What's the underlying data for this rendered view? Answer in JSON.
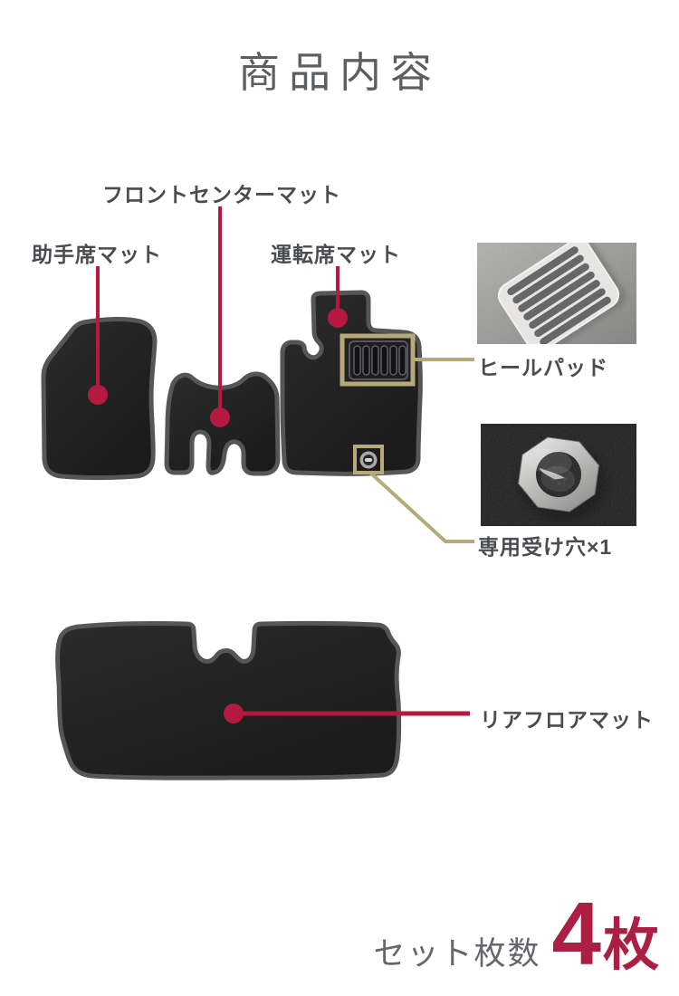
{
  "title": "商品内容",
  "diagram": {
    "labels": {
      "front_center_mat": "フロントセンターマット",
      "passenger_mat": "助手席マット",
      "driver_mat": "運転席マット",
      "rear_floor_mat": "リアフロアマット"
    },
    "callouts": {
      "heel_pad": "ヒールパッド",
      "receiving_hole": "専用受け穴×1"
    }
  },
  "footer": {
    "set_count_label": "セット枚数",
    "count_value": "4",
    "count_unit": "枚"
  },
  "colors": {
    "accent_crimson": "#b5193f",
    "count_crimson": "#ac1e42",
    "callout_tan": "#b6aa7b",
    "title_gray": "#5c5f62",
    "label_gray": "#4a4d50",
    "mat_black": "#222222"
  }
}
